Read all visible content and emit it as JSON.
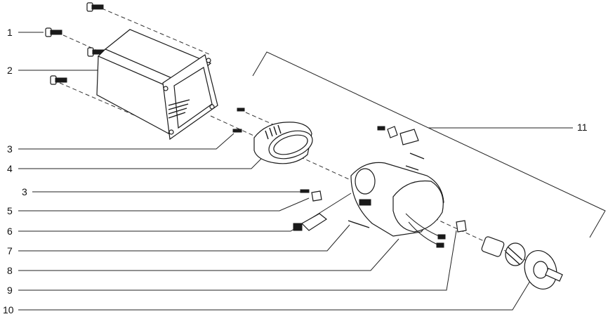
{
  "callouts": [
    "1",
    "2",
    "3",
    "4",
    "3",
    "5",
    "6",
    "7",
    "8",
    "9",
    "10",
    "11"
  ]
}
